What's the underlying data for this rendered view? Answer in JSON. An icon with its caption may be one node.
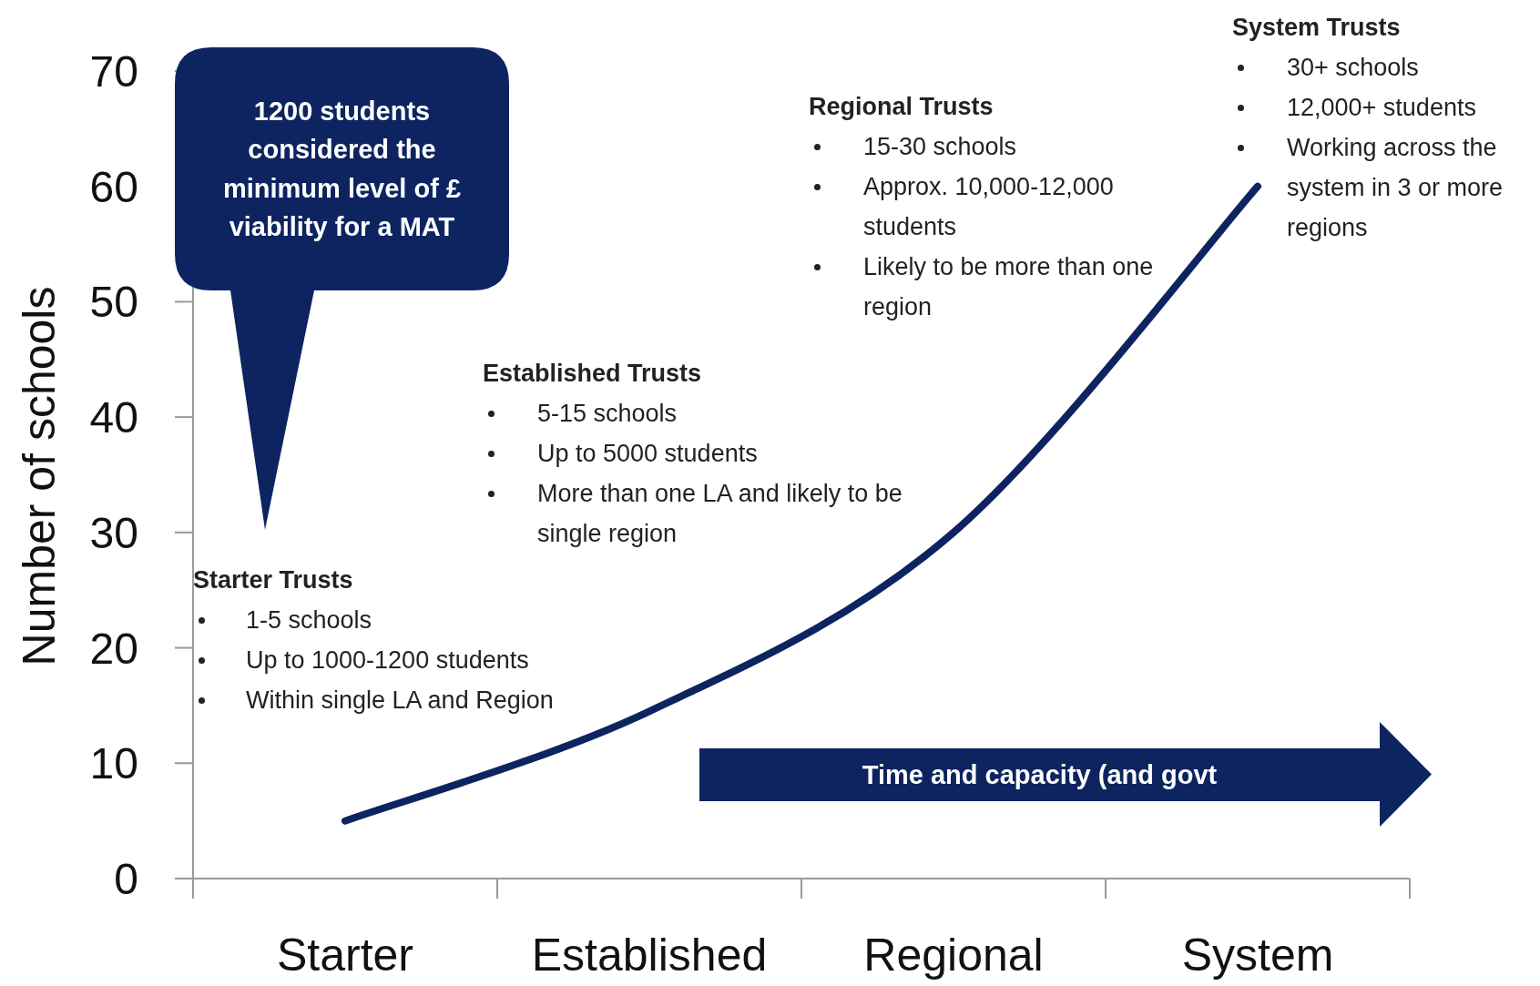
{
  "diagram": {
    "nodes": [
      {
        "text": [
          "1200 students considered the minimum level of £ viability for a MAT"
        ]
      },
      {
        "text": [
          "Time and capacity (and govt"
        ]
      }
    ],
    "labels": [
      "Starter Trusts",
      "1-5 schools",
      "Up to 1000-1200 students",
      "Within single LA and Region",
      "Established Trusts",
      "5-15 schools",
      "Up to 5000 students",
      "More than one LA and likely to be single region",
      "Regional Trusts",
      "15-30 schools",
      "Approx. 10,000-12,000 students",
      "Likely to be more than one region",
      "System Trusts",
      "30+ schools",
      "12,000+ students",
      "Working across the system in 3 or more regions"
    ],
    "chart_data": {
      "type": "line",
      "ylabel": "Number of schools",
      "categories": [
        "Starter",
        "Established",
        "Regional",
        "System"
      ],
      "series": [
        {
          "color": "#0d2460",
          "values": [
            5,
            14.5,
            30,
            60
          ]
        }
      ],
      "ylim": [
        0,
        70
      ],
      "yticks": [
        0,
        10,
        20,
        30,
        40,
        50,
        60,
        70
      ]
    }
  }
}
